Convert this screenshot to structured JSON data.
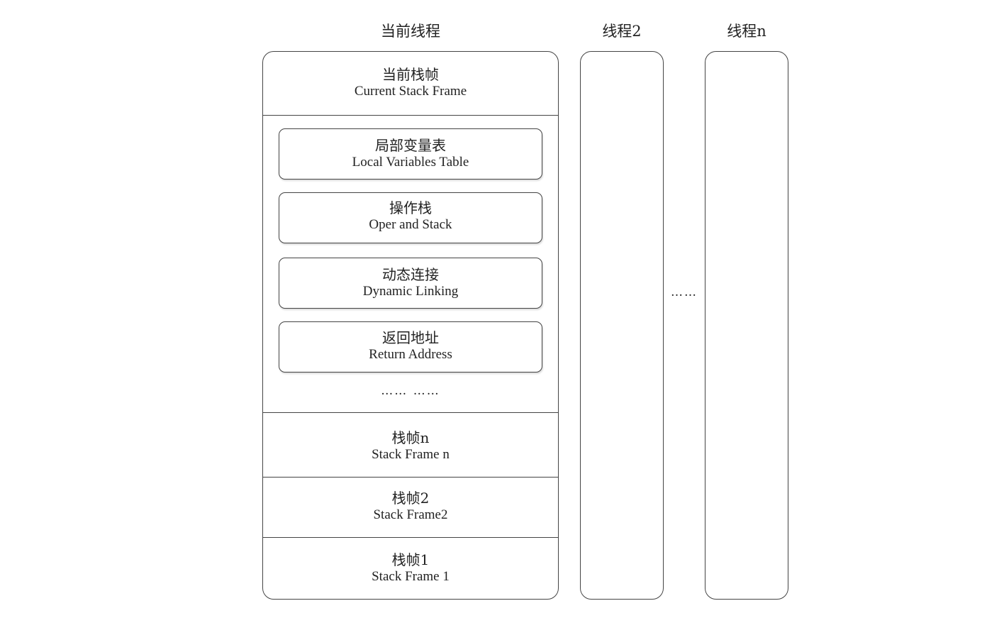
{
  "columns": {
    "current": {
      "title": "当前线程"
    },
    "thread2": {
      "title": "线程2"
    },
    "threadn": {
      "title": "线程n"
    }
  },
  "between_ellipsis": "……",
  "current_frame": {
    "zh": "当前栈帧",
    "en": "Current Stack Frame"
  },
  "parts": [
    {
      "zh": "局部变量表",
      "en": "Local Variables Table"
    },
    {
      "zh": "操作栈",
      "en": "Oper and Stack"
    },
    {
      "zh": "动态连接",
      "en": "Dynamic Linking"
    },
    {
      "zh": "返回地址",
      "en": "Return Address"
    }
  ],
  "inner_ellipsis": "…… ……",
  "frames": [
    {
      "zh": "栈帧n",
      "en": "Stack Frame n"
    },
    {
      "zh": "栈帧2",
      "en": "Stack Frame2"
    },
    {
      "zh": "栈帧1",
      "en": "Stack Frame 1"
    }
  ]
}
